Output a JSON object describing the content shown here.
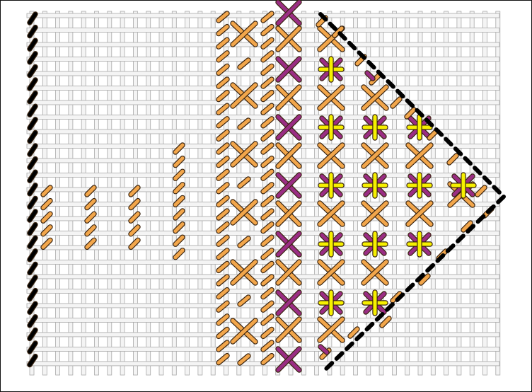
{
  "diagram": {
    "kind": "needlepoint stitch chart",
    "canvas_color": "#e4e4e4",
    "thread_colors": {
      "orange": "#f2a64b",
      "purple": "#9a2d84",
      "yellow": "#f6f000",
      "black": "#000000",
      "outline": "#3a2410"
    },
    "mesh": {
      "columns": 37,
      "rows": 25
    },
    "groups": [
      {
        "id": "slant-column",
        "color": "orange",
        "stitch": "slant",
        "count": 4
      },
      {
        "id": "border-slants",
        "color": "black",
        "stitch": "slant"
      },
      {
        "id": "large-cross",
        "color": "orange",
        "stitch": "cross"
      },
      {
        "id": "purple-cross",
        "color": "purple",
        "stitch": "cross"
      },
      {
        "id": "upright-cross",
        "color": "yellow",
        "stitch": "upright-cross"
      },
      {
        "id": "diamond-outline",
        "color": "black",
        "stitch": "dashed-outline"
      }
    ]
  }
}
